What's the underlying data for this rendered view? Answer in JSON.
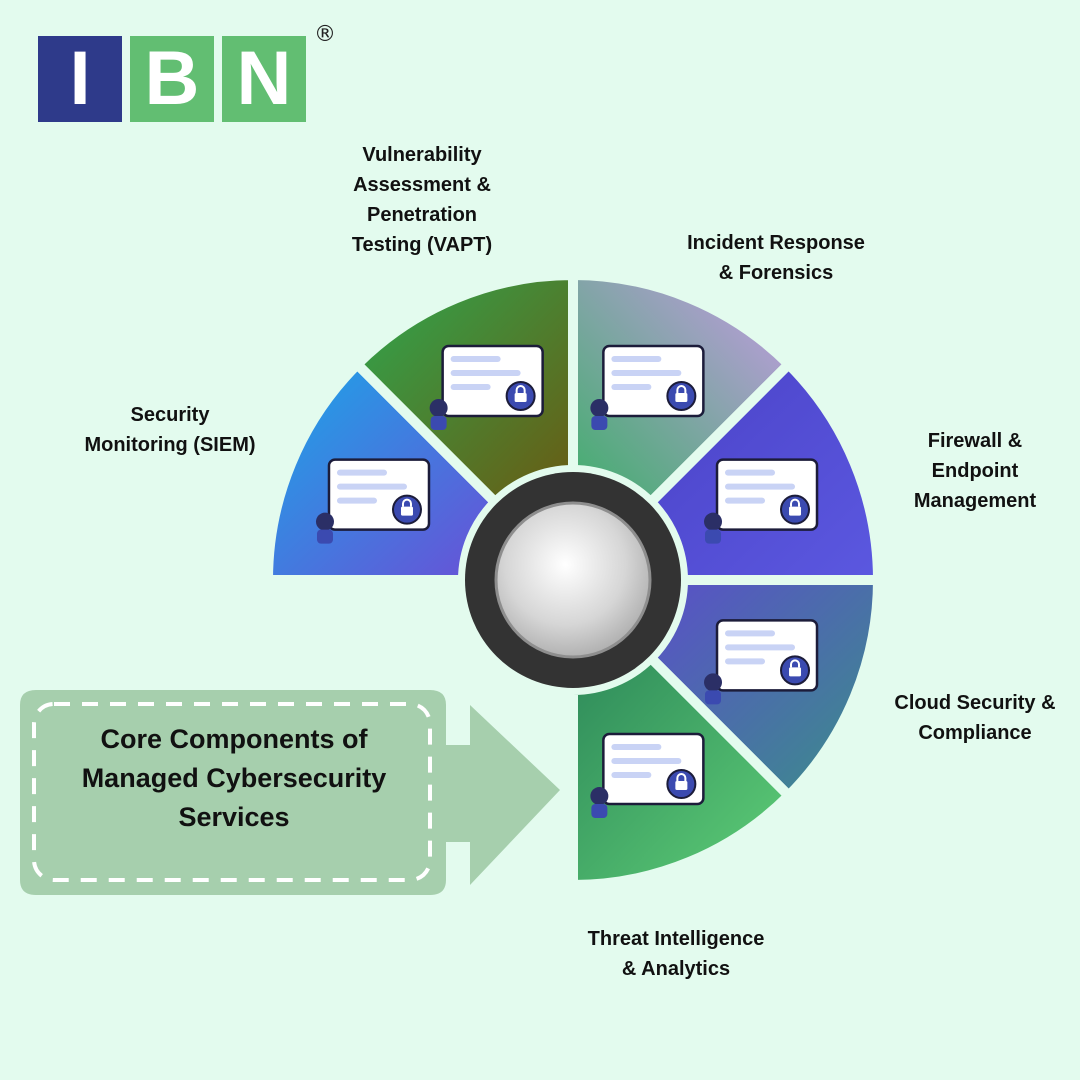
{
  "logo": {
    "letters": [
      "I",
      "B",
      "N"
    ],
    "registered": "®",
    "colors": [
      "#2e3a8a",
      "#62be72",
      "#62be72"
    ]
  },
  "segments": [
    {
      "id": "siem",
      "label": "Security\nMonitoring (SIEM)",
      "icon": "security-monitoring-illustration",
      "colors": [
        "#1aa7e8",
        "#6a4fd6"
      ]
    },
    {
      "id": "vapt",
      "label": "Vulnerability\nAssessment &\nPenetration\nTesting (VAPT)",
      "icon": "vulnerability-scan-illustration",
      "colors": [
        "#2da84f",
        "#6a5a12"
      ]
    },
    {
      "id": "incident",
      "label": "Incident Response\n& Forensics",
      "icon": "incident-response-illustration",
      "colors": [
        "#c79be6",
        "#3fae6a"
      ]
    },
    {
      "id": "firewall",
      "label": "Firewall &\nEndpoint\nManagement",
      "icon": "firewall-endpoint-illustration",
      "colors": [
        "#4b43c8",
        "#5b58e0"
      ]
    },
    {
      "id": "cloud",
      "label": "Cloud Security &\nCompliance",
      "icon": "cloud-security-illustration",
      "colors": [
        "#5a4fc9",
        "#3a8f88"
      ]
    },
    {
      "id": "threat",
      "label": "Threat Intelligence\n& Analytics",
      "icon": "threat-analytics-illustration",
      "colors": [
        "#2e8a5a",
        "#5fcf77"
      ]
    }
  ],
  "callout": {
    "title": "Core Components of\nManaged Cybersecurity\nServices",
    "fill": "#a6cfad"
  }
}
